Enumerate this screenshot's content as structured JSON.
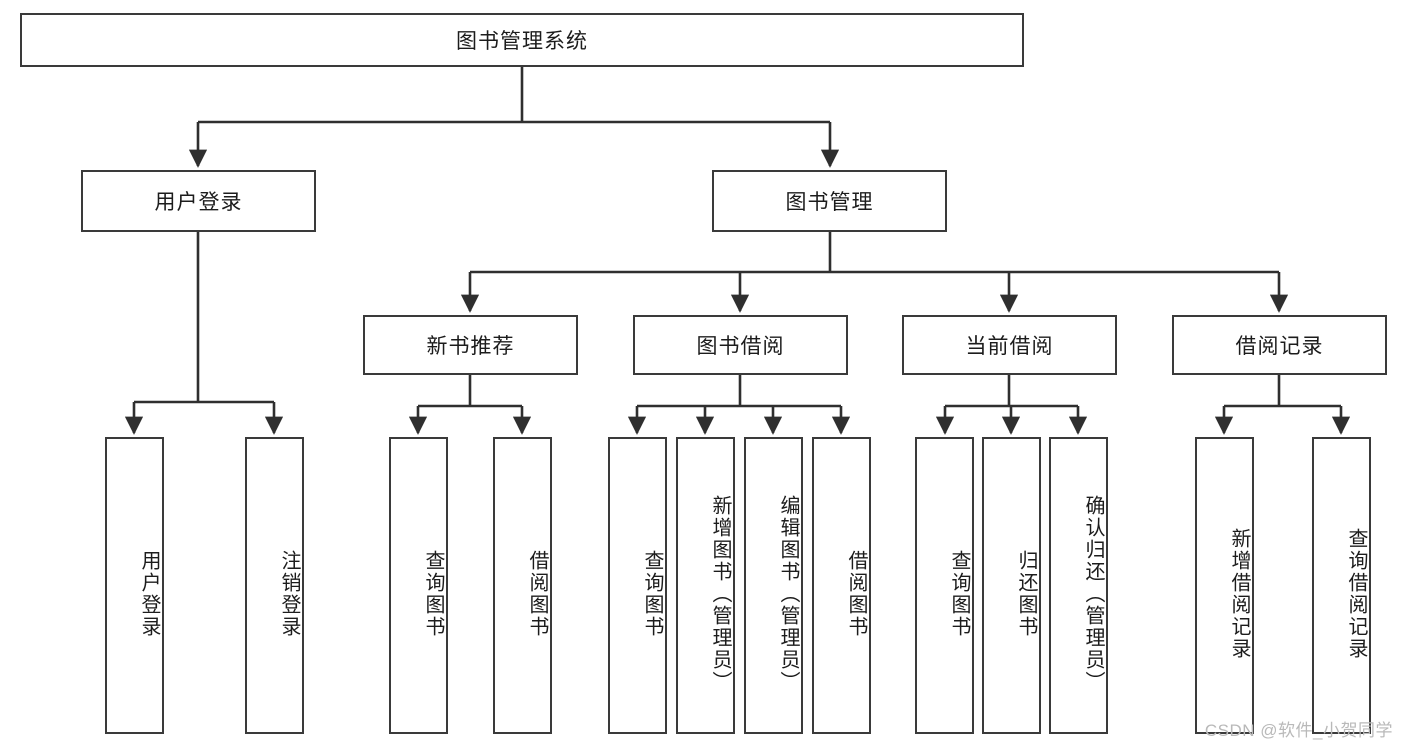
{
  "diagram": {
    "title": "图书管理系统",
    "type": "functional-structure-tree",
    "root": {
      "label": "图书管理系统"
    },
    "level1": [
      {
        "label": "用户登录"
      },
      {
        "label": "图书管理"
      }
    ],
    "level2": [
      {
        "label": "新书推荐"
      },
      {
        "label": "图书借阅"
      },
      {
        "label": "当前借阅"
      },
      {
        "label": "借阅记录"
      }
    ],
    "leaves": {
      "user_login": [
        {
          "label": "用户登录"
        },
        {
          "label": "注销登录"
        }
      ],
      "new_book_recommend": [
        {
          "label": "查询图书"
        },
        {
          "label": "借阅图书"
        }
      ],
      "book_borrow": [
        {
          "label": "查询图书"
        },
        {
          "label": "新增图书（管理员）"
        },
        {
          "label": "编辑图书（管理员）"
        },
        {
          "label": "借阅图书"
        }
      ],
      "current_borrow": [
        {
          "label": "查询图书"
        },
        {
          "label": "归还图书"
        },
        {
          "label": "确认归还（管理员）"
        }
      ],
      "borrow_record": [
        {
          "label": "新增借阅记录"
        },
        {
          "label": "查询借阅记录"
        }
      ]
    }
  },
  "watermark": {
    "text": "CSDN @软件_小贺同学"
  },
  "colors": {
    "box_border": "#3a3a3a",
    "box_fill": "#ffffff",
    "text": "#1c1c1c",
    "connector": "#2f2f2f",
    "watermark": "#b9b9b9"
  }
}
